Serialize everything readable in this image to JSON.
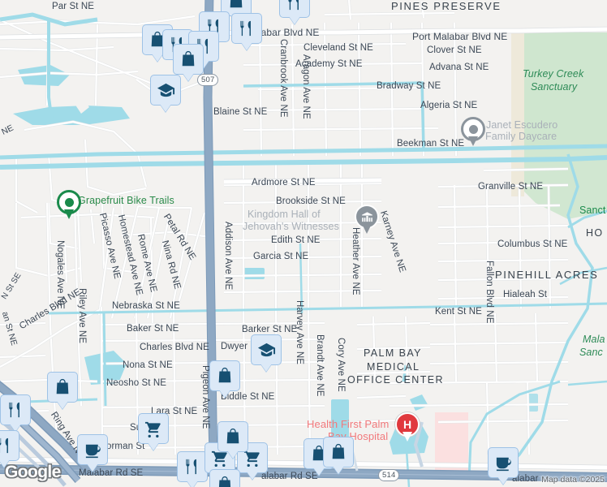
{
  "map": {
    "provider_logo": "Google",
    "attribution": "Map data ©2025",
    "colors": {
      "land": "#f3f2f0",
      "road": "#ffffff",
      "road_casing": "#d8dbdd",
      "highway": "#8ea8c3",
      "water": "#9fdbe8",
      "park_green": "#cfe6cf",
      "hospital_pink": "#fbe0e0",
      "marker_fill": "#dce9f7",
      "marker_icon": "#175072",
      "poi_green": "#2a8a4a",
      "poi_red": "#f2797c",
      "hospital_marker": "#e0393e",
      "label_dark": "#3b4755",
      "label_gray": "#a9b0b8"
    }
  },
  "areas": [
    {
      "name": "PINES PRESERVE",
      "style": "big-area"
    },
    {
      "name": "PINEHILL ACRES",
      "style": "big-area"
    },
    {
      "name": "PALM BAY MEDICAL OFFICE CENTER",
      "lines": [
        "PALM BAY",
        "MEDICAL",
        "OFFICE CENTER"
      ],
      "style": "mid-area"
    },
    {
      "name": "HO",
      "style": "mid-area",
      "clipped": true
    }
  ],
  "parks": [
    {
      "name": "Turkey Creek Sanctuary",
      "lines": [
        "Turkey Creek",
        "Sanctuary"
      ]
    },
    {
      "name": "Sanct",
      "clipped": true
    },
    {
      "name": "Mala Sanc",
      "lines": [
        "Mala",
        "Sanc"
      ],
      "clipped": true
    }
  ],
  "pois": [
    {
      "name": "Grapefruit Bike Trails",
      "kind": "trail",
      "color": "#2a8a4a",
      "pin": "circle-green"
    },
    {
      "name": "Janet Escudero Family Daycare",
      "lines": [
        "Janet Escudero",
        "Family Daycare"
      ],
      "kind": "daycare",
      "color": "#9aa3ab",
      "pin": "circle-gray"
    },
    {
      "name": "Kingdom Hall of Jehovah's Witnesses",
      "lines": [
        "Kingdom Hall of",
        "Jehovah's Witnesses"
      ],
      "kind": "place-of-worship",
      "color": "#a9b0b8",
      "pin": "circle-gray-building"
    },
    {
      "name": "Health First Palm Bay Hospital",
      "lines": [
        "Health First Palm",
        "Bay Hospital"
      ],
      "kind": "hospital",
      "color": "#f2797c",
      "pin": "hospital-h"
    }
  ],
  "highways": [
    {
      "shield": "507",
      "orientation": "vertical"
    },
    {
      "shield": "514",
      "orientation": "horizontal"
    }
  ],
  "streets_horizontal": [
    {
      "label": "Par St NE"
    },
    {
      "label": "Malabar Blvd NE",
      "clipped": true
    },
    {
      "label": "Port Malabar Blvd NE"
    },
    {
      "label": "Cleveland St NE"
    },
    {
      "label": "Clover St NE"
    },
    {
      "label": "Academy St NE"
    },
    {
      "label": "Advana St NE"
    },
    {
      "label": "Bradway St NE"
    },
    {
      "label": "Algeria St NE"
    },
    {
      "label": "Blaine St NE"
    },
    {
      "label": "Beekman St NE"
    },
    {
      "label": "Ardmore St NE"
    },
    {
      "label": "Granville St NE"
    },
    {
      "label": "Brookside St NE"
    },
    {
      "label": "Columbus St NE"
    },
    {
      "label": "Edith St NE"
    },
    {
      "label": "Garcia St NE"
    },
    {
      "label": "Hialeah St"
    },
    {
      "label": "Nebraska St NE"
    },
    {
      "label": "Kent St NE"
    },
    {
      "label": "Baker St NE"
    },
    {
      "label": "Barker St NE"
    },
    {
      "label": "Dwyer"
    },
    {
      "label": "Charles Blvd NE"
    },
    {
      "label": "Nona St NE"
    },
    {
      "label": "Neosho St NE"
    },
    {
      "label": "Biddle St NE"
    },
    {
      "label": "Lara St NE"
    },
    {
      "label": "Su    St NE"
    },
    {
      "label": "orman St"
    },
    {
      "label": "Malabar Rd SE"
    },
    {
      "label": "alabar Rd SE",
      "clipped": true
    },
    {
      "label": "alabar",
      "clipped": true
    },
    {
      "label": "NE",
      "clipped": true
    },
    {
      "label": "NE",
      "clipped": true
    }
  ],
  "streets_vertical": [
    {
      "label": "Cranbrook Ave NE"
    },
    {
      "label": "Aragon Ave NE"
    },
    {
      "label": "Addison Ave NE"
    },
    {
      "label": "Heather Ave NE"
    },
    {
      "label": "Karney Ave NE"
    },
    {
      "label": "Fallon Blvd NE"
    },
    {
      "label": "Nogales Ave NE"
    },
    {
      "label": "Riley Ave NE"
    },
    {
      "label": "Picasso Ave NE"
    },
    {
      "label": "Homestead Ave NE"
    },
    {
      "label": "Rome Ave NE"
    },
    {
      "label": "Nina Rd NE"
    },
    {
      "label": "Petal Rd NE"
    },
    {
      "label": "Harvey Ave NE"
    },
    {
      "label": "Brandt Ave NE"
    },
    {
      "label": "Cory Ave NE"
    },
    {
      "label": "Pigeon Ave NE"
    },
    {
      "label": "Ring Ave NE"
    },
    {
      "label": "Charles Blvd NE"
    },
    {
      "label": "an St NE",
      "clipped": true
    },
    {
      "label": "N St SE",
      "clipped": true
    }
  ],
  "markers": [
    {
      "icon": "restaurant",
      "label": "Restaurant"
    },
    {
      "icon": "shopping-bag",
      "label": "Store"
    },
    {
      "icon": "school",
      "label": "School"
    },
    {
      "icon": "cafe",
      "label": "Cafe"
    },
    {
      "icon": "grocery-cart",
      "label": "Grocery store"
    }
  ],
  "marker_cluster_top": [
    "shopping-bag",
    "restaurant",
    "restaurant",
    "shopping-bag",
    "restaurant",
    "restaurant",
    "shopping-bag",
    "shopping-bag",
    "school"
  ],
  "marker_cluster_bottom": [
    "shopping-bag",
    "shopping-bag",
    "cafe",
    "grocery-cart",
    "restaurant",
    "grocery-cart",
    "grocery-cart",
    "shopping-bag",
    "shopping-bag",
    "shopping-bag",
    "restaurant",
    "restaurant",
    "shopping-bag",
    "cafe"
  ]
}
